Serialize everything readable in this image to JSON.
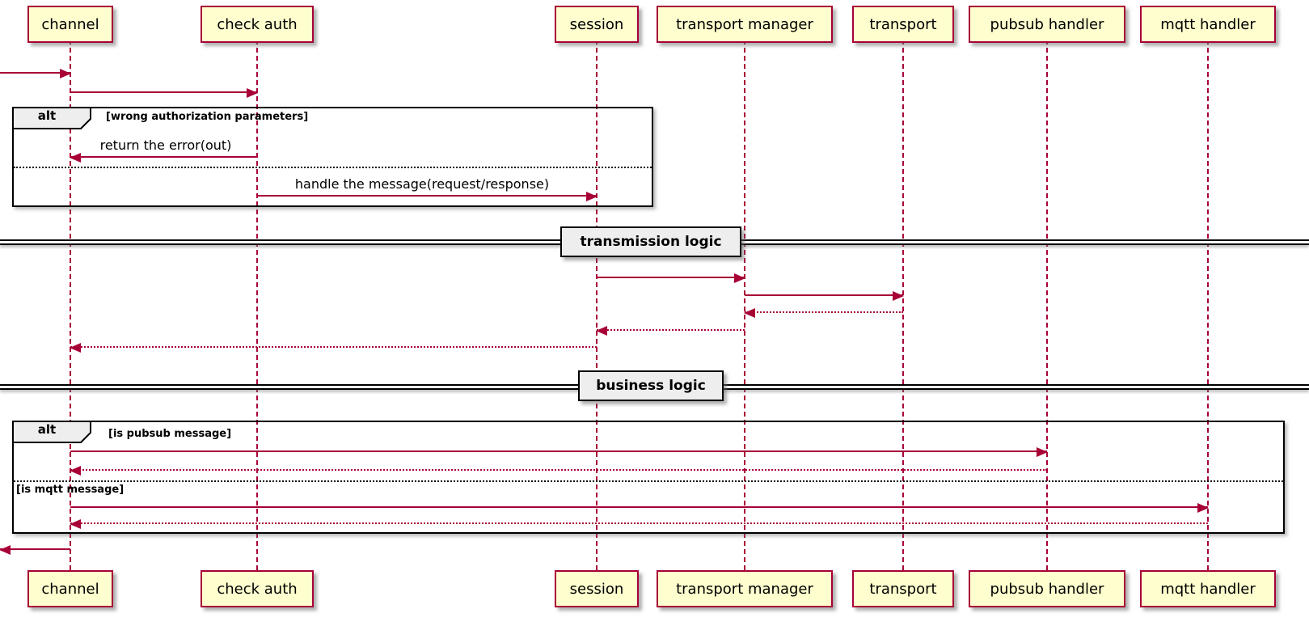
{
  "colors": {
    "accent": "#A80036",
    "participant_fill": "#FEFECE",
    "frame_border": "#000000",
    "label_background": "#EEEEEE"
  },
  "participants": [
    "channel",
    "check auth",
    "session",
    "transport manager",
    "transport",
    "pubsub handler",
    "mqtt handler"
  ],
  "fragments": [
    {
      "operator": "alt",
      "guards": [
        "[wrong authorization parameters]"
      ]
    },
    {
      "operator": "alt",
      "guards": [
        "[is pubsub message]",
        "[is mqtt message]"
      ]
    }
  ],
  "messages": {
    "return_error": "return the error(out)",
    "handle_message": "handle the message(request/response)"
  },
  "dividers": [
    "transmission logic",
    "business logic"
  ]
}
